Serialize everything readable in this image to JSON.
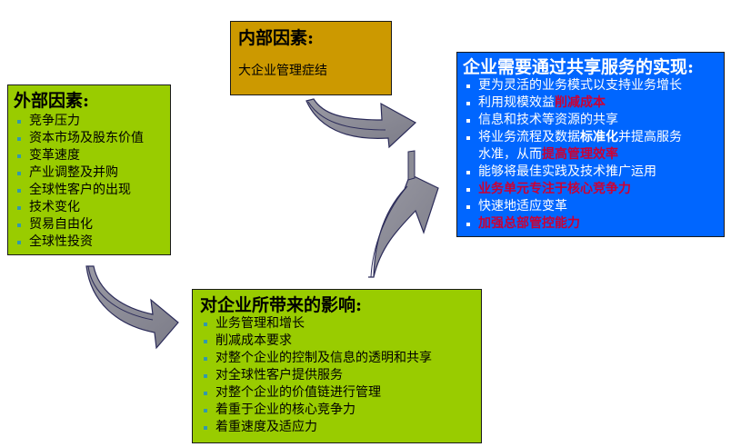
{
  "external": {
    "title": "外部因素:",
    "items": [
      "竞争压力",
      "资本市场及股东价值",
      "变革速度",
      "产业调整及并购",
      "全球性客户的出现",
      "技术变化",
      "贸易自由化",
      "全球性投资"
    ]
  },
  "internal": {
    "title": "内部因素:",
    "text": "大企业管理症结"
  },
  "impact": {
    "title": "对企业所带来的影响:",
    "items": [
      "业务管理和增长",
      "削减成本要求",
      "对整个企业的控制及信息的透明和共享",
      "对全球性客户提供服务",
      "对整个企业的价值链进行管理",
      "着重于企业的核心竞争力",
      "着重速度及适应力"
    ]
  },
  "shared_services": {
    "title": "企业需要通过共享服务的实现:",
    "item1": "更为灵活的业务模式以支持业务增长",
    "item2_a": "利用规模效益",
    "item2_b": "削减成本",
    "item3": "信息和技术等资源的共享",
    "item4_a": "将业务流程及数据",
    "item4_b": "标准化",
    "item4_c": "并提高服务",
    "item4_d": "水准，从而",
    "item4_e": "提高管理效率",
    "item5": "能够将最佳实践及技术推广运用",
    "item6": "业务单元专注于核心竞争力",
    "item7": "快速地适应变革",
    "item8": "加强总部管控能力"
  },
  "colors": {
    "green": "#99cc00",
    "gold": "#cc9900",
    "blue": "#0066ff",
    "highlight_red": "#cc0033",
    "arrow_gray": "#8c8c96"
  }
}
